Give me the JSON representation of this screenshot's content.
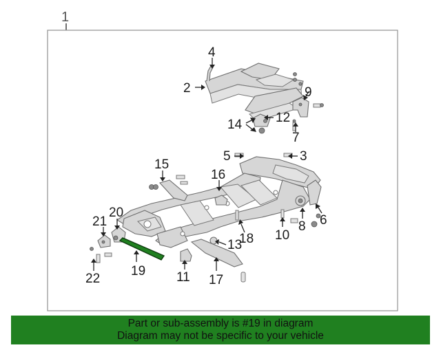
{
  "diagram": {
    "callouts": [
      "1",
      "2",
      "3",
      "4",
      "5",
      "6",
      "7",
      "8",
      "9",
      "10",
      "11",
      "12",
      "13",
      "14",
      "15",
      "16",
      "17",
      "18",
      "19",
      "20",
      "21",
      "22"
    ],
    "highlighted_part": "19",
    "highlight_color": "#208020"
  },
  "banner": {
    "line1": "Part or sub-assembly is #19 in diagram",
    "line2": "Diagram may not be specific to your vehicle",
    "color": "#208020"
  }
}
